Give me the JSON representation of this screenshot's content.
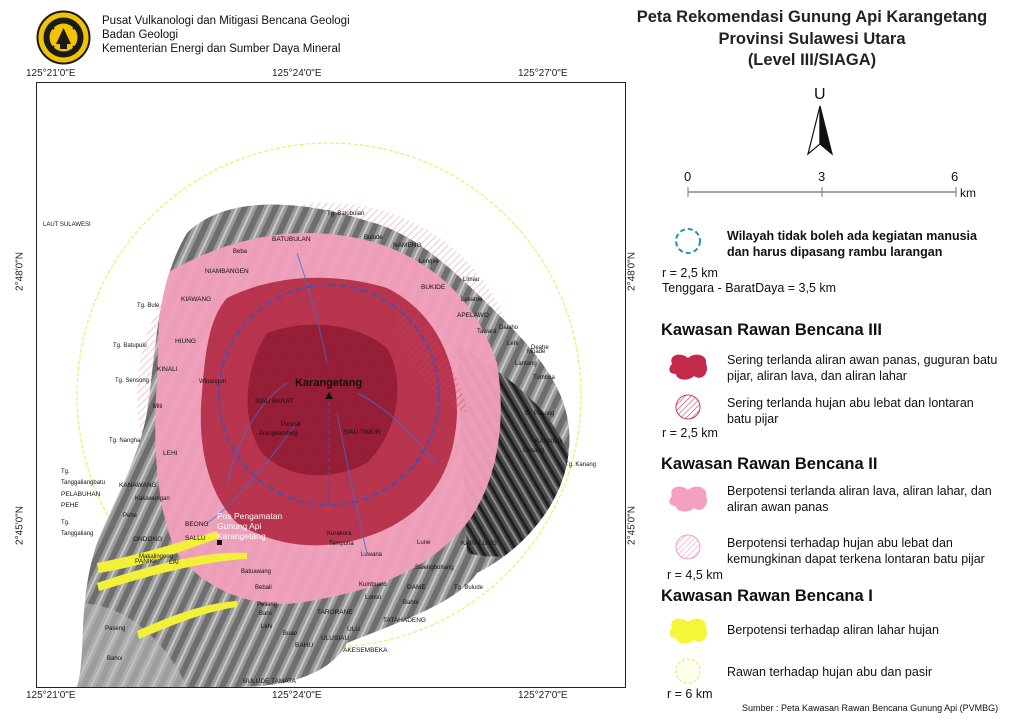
{
  "header": {
    "org_lines": [
      "Pusat Vulkanologi dan Mitigasi Bencana Geologi",
      "Badan Geologi",
      "Kementerian Energi dan Sumber Daya Mineral"
    ],
    "logo_name": "logo-esdm"
  },
  "title": {
    "line1": "Peta Rekomendasi Gunung Api Karangetang",
    "line2": "Provinsi Sulawesi Utara",
    "line3": "(Level III/SIAGA)"
  },
  "north_arrow_label": "U",
  "scale_bar": {
    "ticks": [
      "0",
      "3",
      "6"
    ],
    "unit": "km"
  },
  "coords": {
    "top": [
      "125°21'0\"E",
      "125°24'0\"E",
      "125°27'0\"E"
    ],
    "bottom": [
      "125°21'0\"E",
      "125°24'0\"E",
      "125°27'0\"E"
    ],
    "left": [
      "2°48'0\"N",
      "2°45'0\"N"
    ],
    "right": [
      "2°48'0\"N",
      "2°45'0\"N"
    ]
  },
  "legend": {
    "restricted": {
      "text": "Wilayah tidak boleh ada kegiatan manusia dan harus dipasang rambu larangan",
      "radius": "r = 2,5 km",
      "extra": "Tenggara - BaratDaya = 3,5 km"
    },
    "krb3": {
      "heading": "Kawasan Rawan Bencana III",
      "item1": "Sering terlanda aliran awan panas, guguran batu pijar, aliran lava, dan aliran lahar",
      "item2": "Sering terlanda hujan abu lebat dan lontaran batu pijar",
      "radius": "r = 2,5 km"
    },
    "krb2": {
      "heading": "Kawasan Rawan Bencana II",
      "item1": "Berpotensi terlanda aliran lava, aliran lahar, dan aliran awan panas",
      "item2": "Berpotensi terhadap hujan abu lebat dan kemungkinan dapat terkena lontaran batu pijar",
      "radius": "r = 4,5 km"
    },
    "krb1": {
      "heading": "Kawasan Rawan Bencana I",
      "item1": "Berpotensi terhadap aliran lahar hujan",
      "item2": "Rawan terhadap hujan abu dan pasir",
      "radius": "r = 6 km"
    }
  },
  "source": "Sumber : Peta Kawasan Rawan Bencana Gunung Api (PVMBG)",
  "map": {
    "summit_label": "Karangetang",
    "post_label": [
      "Pos Pengamatan",
      "Gunung Api",
      "Karangetang"
    ],
    "sea_label": "LAUT SULAWESI",
    "places": [
      "Tg. Batubulan",
      "BATUBULAN",
      "Bulude",
      "Beba",
      "NAMENG",
      "Lengke",
      "NIAMBANGEN",
      "BUKIDE",
      "Limau",
      "Tg. Bule",
      "KIAWANG",
      "Lakatoe",
      "APELAWO",
      "Tawara",
      "Daiaho",
      "Tg. Batupuki",
      "HIUNG",
      "Lehi",
      "Lantang",
      "Moade",
      "Deahe",
      "KINALI",
      "Winangun",
      "Tumbria",
      "Tg. Sensong",
      "SIAU BARAT",
      "Miti",
      "Bt. Pasung",
      "Puncak",
      "Arengkambing",
      "SIAU TIMUR",
      "Tg. Nangha",
      "LEHI",
      "Gesang",
      "KANANG",
      "Tg. Kanang",
      "Tg.",
      "Tanggaliangbatu",
      "PELABUHAN",
      "PEHE",
      "KANAWANG",
      "Kakawungan",
      "Pehe",
      "BEONG",
      "Makalingeng",
      "Tg.",
      "Tanggaliang",
      "ONDONG",
      "SALLU",
      "Korakora",
      "Tampuna",
      "Luwana",
      "Lune",
      "KARALUNG",
      "PANIKI",
      "LAI",
      "Salengbohang",
      "Batuawang",
      "Kumbuaro",
      "DAME",
      "Tg. Bulude",
      "Bebali",
      "Lonso",
      "Bahoi",
      "Peliang",
      "Baru",
      "TARORANE",
      "TATAHADENG",
      "Lehi",
      "Paseng",
      "Buao",
      "ULU",
      "ULUSIAU",
      "AKESEMBEKA",
      "Bahoi",
      "BAHU",
      "BULUDE TAMATA"
    ]
  },
  "colors": {
    "krb3": "#b0263f",
    "krb3_summit": "#8f1a33",
    "krb2": "#f2a0bd",
    "krb1_lahar": "#f3f03a",
    "restricted_circle": "#2f55c8",
    "krb1_circle": "#f2ec6a",
    "krb2_hatch": "#e58aab"
  }
}
